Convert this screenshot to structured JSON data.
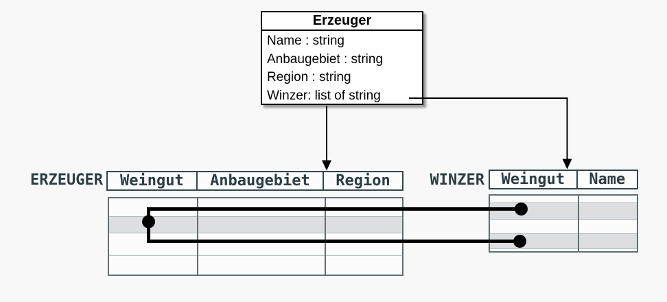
{
  "colors": {
    "background": "#f8f8f8",
    "class_box_border": "#000000",
    "table_ink": "#2c3d45",
    "table_border_dark": "#33454d",
    "table_border_light": "#5d6e74",
    "row_shade": "#dcdee1",
    "connector": "#000000"
  },
  "class_box": {
    "title": "Erzeuger",
    "attributes": [
      "Name : string",
      "Anbaugebiet : string",
      "Region : string",
      "Winzer: list of string"
    ]
  },
  "erzeuger_table": {
    "label": "ERZEUGER",
    "columns": [
      "Weingut",
      "Anbaugebiet",
      "Region"
    ],
    "body_rows": 4,
    "shaded_row": 2
  },
  "winzer_table": {
    "label": "WINZER",
    "columns": [
      "Weingut",
      "Name"
    ],
    "body_rows": 4,
    "shaded_rows": [
      2,
      4
    ]
  }
}
